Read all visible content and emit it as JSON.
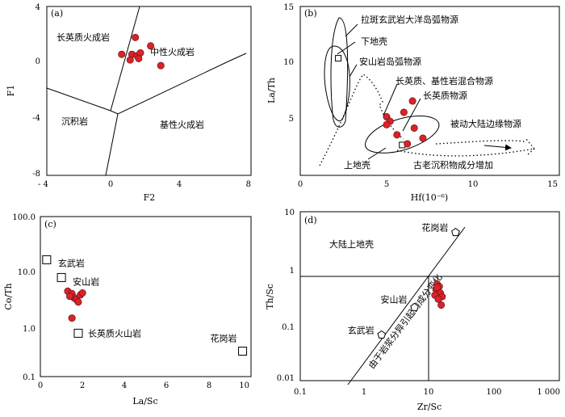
{
  "chart_data": [
    {
      "panel": "(a)",
      "type": "scatter",
      "xlabel": "F2",
      "ylabel": "F1",
      "xlim": [
        -4,
        8
      ],
      "ylim": [
        -8,
        4
      ],
      "xticks": [
        "- 4",
        "0",
        "4",
        "8"
      ],
      "yticks": [
        "4",
        "0",
        "-4",
        "-8"
      ],
      "fields": [
        "长英质火成岩",
        "中性火成岩",
        "沉积岩",
        "基性火成岩"
      ],
      "points": [
        [
          1.2,
          1.8
        ],
        [
          0.4,
          0.6
        ],
        [
          1.0,
          0.6
        ],
        [
          1.3,
          0.5
        ],
        [
          1.5,
          0.7
        ],
        [
          1.4,
          0.3
        ],
        [
          2.1,
          1.2
        ],
        [
          2.7,
          -0.2
        ],
        [
          0.9,
          0.2
        ]
      ]
    },
    {
      "panel": "(b)",
      "type": "scatter",
      "xlabel": "Hf(10⁻⁶)",
      "ylabel": "La/Th",
      "xlim": [
        0,
        15
      ],
      "ylim": [
        0,
        15
      ],
      "xticks": [
        "0",
        "5",
        "10",
        "15"
      ],
      "yticks": [
        "15",
        "10",
        "5"
      ],
      "annotations": [
        "拉斑玄武岩大洋岛弧物源",
        "下地壳",
        "安山岩岛弧物源",
        "长英质、基性岩混合物源",
        "长英质物源",
        "被动大陆边缘物源",
        "上地壳",
        "古老沉积物成分增加"
      ],
      "points": [
        [
          5.0,
          5.2
        ],
        [
          5.2,
          4.8
        ],
        [
          5.0,
          4.5
        ],
        [
          6.5,
          6.6
        ],
        [
          6.0,
          5.6
        ],
        [
          5.6,
          3.6
        ],
        [
          6.6,
          4.2
        ],
        [
          6.2,
          2.8
        ],
        [
          7.1,
          3.3
        ]
      ],
      "reference_points": [
        [
          2.2,
          10.4
        ],
        [
          5.9,
          2.7
        ]
      ]
    },
    {
      "panel": "(c)",
      "type": "scatter",
      "xlabel": "La/Sc",
      "ylabel": "Co/Th",
      "xlim": [
        0,
        10
      ],
      "ylim": [
        0.1,
        100
      ],
      "yscale": "log",
      "xticks": [
        "0",
        "2",
        "4",
        "6",
        "8",
        "10"
      ],
      "yticks": [
        "100.0",
        "10.0",
        "1.0",
        "0.1"
      ],
      "references": [
        {
          "label": "玄武岩",
          "x": 0.3,
          "y": 15.5
        },
        {
          "label": "安山岩",
          "x": 1.0,
          "y": 7.2
        },
        {
          "label": "长英质火山岩",
          "x": 1.8,
          "y": 0.65
        },
        {
          "label": "花岗岩",
          "x": 9.6,
          "y": 0.3
        }
      ],
      "points": [
        [
          1.3,
          4.0
        ],
        [
          1.5,
          3.6
        ],
        [
          1.6,
          3.0
        ],
        [
          1.7,
          2.8
        ],
        [
          1.8,
          2.5
        ],
        [
          1.9,
          3.4
        ],
        [
          2.0,
          3.7
        ],
        [
          1.5,
          1.25
        ],
        [
          1.4,
          3.2
        ]
      ]
    },
    {
      "panel": "(d)",
      "type": "scatter",
      "xlabel": "Zr/Sc",
      "ylabel": "Th/Sc",
      "xscale": "log",
      "yscale": "log",
      "xlim": [
        0.1,
        1000
      ],
      "ylim": [
        0.01,
        10
      ],
      "xticks": [
        "0.1",
        "1",
        "10",
        "100",
        "1 000"
      ],
      "yticks": [
        "10",
        "1",
        "0.1",
        "0.01"
      ],
      "field_label": "大陆上地壳",
      "trend_label": "由于岩浆分异引起的成分变化",
      "references": [
        {
          "label": "花岗岩",
          "x": 25,
          "y": 4.3
        },
        {
          "label": "安山岩",
          "x": 5.8,
          "y": 0.2
        },
        {
          "label": "玄武岩",
          "x": 1.8,
          "y": 0.065
        }
      ],
      "points": [
        [
          13,
          0.52
        ],
        [
          14,
          0.47
        ],
        [
          12.5,
          0.42
        ],
        [
          14.5,
          0.36
        ],
        [
          12,
          0.33
        ],
        [
          15.5,
          0.31
        ],
        [
          13.5,
          0.28
        ],
        [
          15,
          0.22
        ],
        [
          13,
          0.45
        ]
      ]
    }
  ]
}
